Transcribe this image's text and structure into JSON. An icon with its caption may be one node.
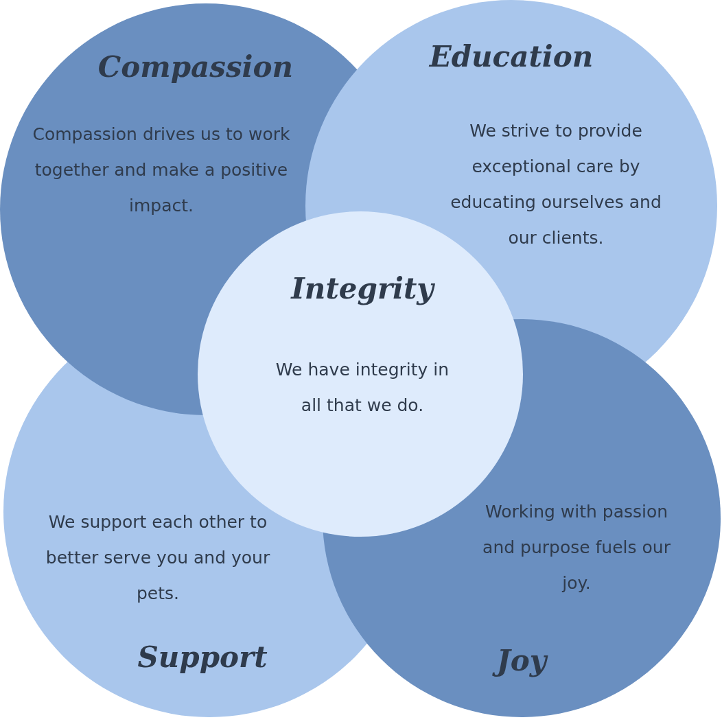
{
  "diagram": {
    "nodes": [
      {
        "text": [
          "Compassion",
          "Compassion drives us to work together and make a positive impact."
        ]
      },
      {
        "text": [
          "Education",
          "We strive to provide exceptional care by educating ourselves and our clients."
        ]
      },
      {
        "text": [
          "Integrity",
          "We have integrity in all that we do."
        ]
      },
      {
        "text": [
          "We support each other to better serve you and your pets.",
          "Support"
        ]
      },
      {
        "text": [
          "Working with passion and purpose fuels our joy.",
          "Joy"
        ]
      }
    ]
  }
}
